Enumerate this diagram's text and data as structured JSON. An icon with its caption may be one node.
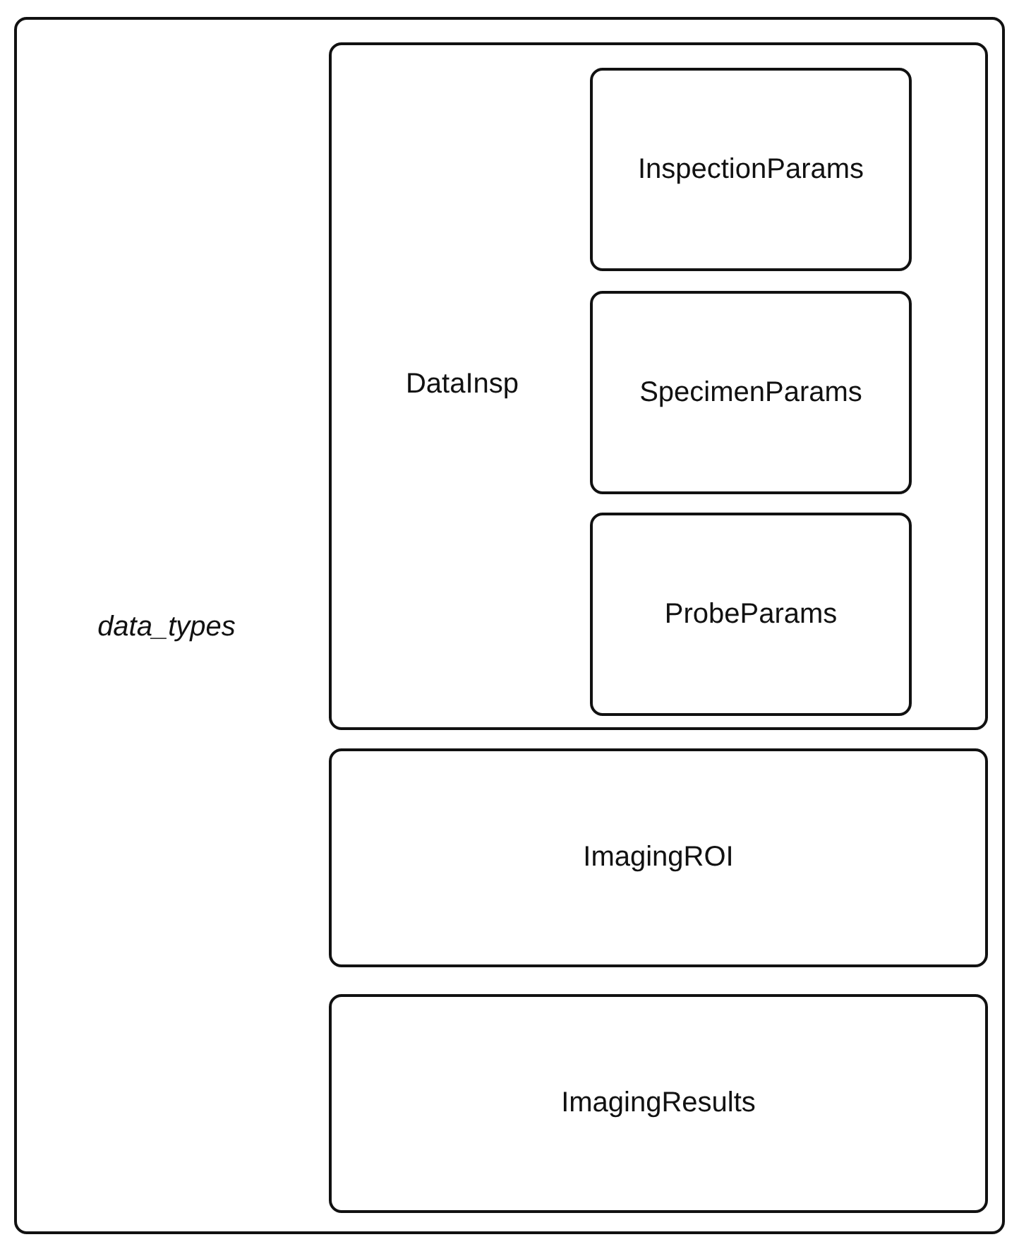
{
  "diagram": {
    "nodes": [
      {
        "text": [
          "data_types"
        ]
      },
      {
        "text": [
          "DataInsp"
        ],
        "in": 0
      },
      {
        "text": [
          "InspectionParams"
        ],
        "in": 1
      },
      {
        "text": [
          "SpecimenParams"
        ],
        "in": 1
      },
      {
        "text": [
          "ProbeParams"
        ],
        "in": 1
      },
      {
        "text": [
          "ImagingROI"
        ],
        "in": 0
      },
      {
        "text": [
          "ImagingResults"
        ],
        "in": 0
      }
    ]
  }
}
